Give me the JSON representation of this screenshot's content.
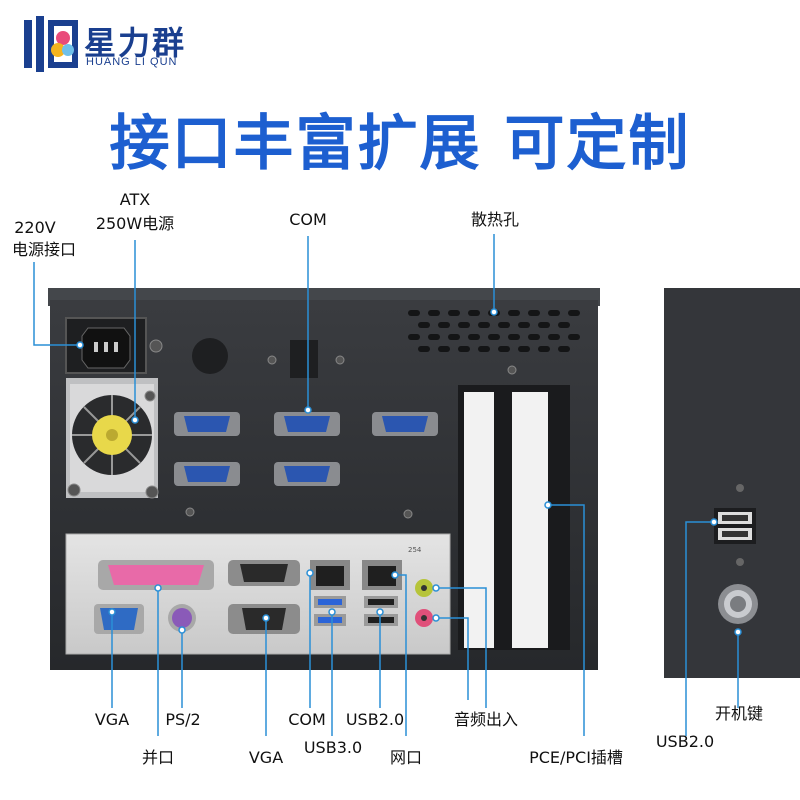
{
  "brand": {
    "name_cn": "星力群",
    "name_en": "HUANG LI QUN"
  },
  "headline": "接口丰富扩展 可定制",
  "labels": {
    "power_port": [
      "220V",
      "电源接口"
    ],
    "psu": [
      "ATX",
      "250W电源"
    ],
    "com": "COM",
    "vents": "散热孔",
    "vga_left": "VGA",
    "ps2": "PS/2",
    "parallel": "并口",
    "vga_mid": "VGA",
    "com_bottom": "COM",
    "usb30": "USB3.0",
    "usb20_mid": "USB2.0",
    "lan": "网口",
    "audio": "音频出入",
    "pcie": "PCE/PCI插槽",
    "usb20_right": "USB2.0",
    "power_button": "开机键"
  },
  "panel_markings": {
    "lan_number": "254"
  },
  "colors": {
    "brand_blue": "#1a3f8f",
    "headline_blue": "#1d5fd0",
    "callout_line": "#2a8fd6",
    "chassis": "#2f3134",
    "io_plate": "#d8d8d8"
  }
}
